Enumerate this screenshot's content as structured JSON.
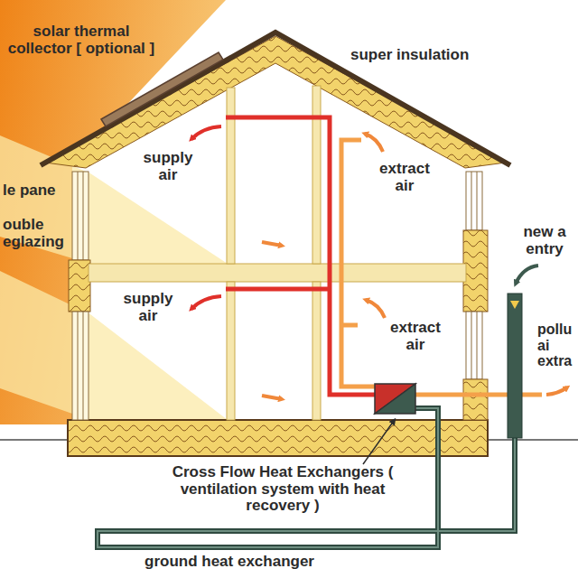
{
  "diagram": {
    "labels": [
      "solar thermal collector [ optional ]",
      "super insulation",
      "le pane",
      "ouble eglazing",
      "supply air",
      "extract air",
      "new a entry",
      "supply air",
      "extract air",
      "pollu ai extra",
      "Cross Flow Heat Exchangers ( ventilation system with heat recovery )",
      "ground heat exchanger"
    ]
  }
}
